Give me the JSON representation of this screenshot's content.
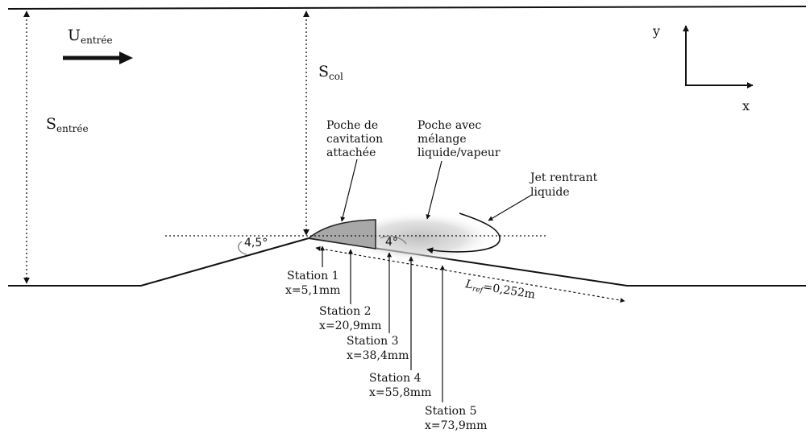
{
  "symbols": {
    "u_main": "U",
    "u_sub": "entrée",
    "s_entree_main": "S",
    "s_entree_sub": "entrée",
    "s_col_main": "S",
    "s_col_sub": "col",
    "lref_main": "L",
    "lref_sub": "ref",
    "lref_value": "=0,252m"
  },
  "axes": {
    "x": "x",
    "y": "y"
  },
  "angles": {
    "converging": "4,5°",
    "diverging": "4°"
  },
  "annotations": {
    "attached": [
      "Poche de",
      "cavitation",
      "attachée"
    ],
    "mixture": [
      "Poche avec",
      "mélange",
      "liquide/vapeur"
    ],
    "reentrant": [
      "Jet rentrant",
      "liquide"
    ]
  },
  "stations": [
    {
      "name": "Station 1",
      "pos": "x=5,1mm"
    },
    {
      "name": "Station 2",
      "pos": "x=20,9mm"
    },
    {
      "name": "Station 3",
      "pos": "x=38,4mm"
    },
    {
      "name": "Station 4",
      "pos": "x=55,8mm"
    },
    {
      "name": "Station 5",
      "pos": "x=73,9mm"
    }
  ],
  "colors": {
    "line": "#111111",
    "cavity": "#a8a8a8",
    "cloud": "#cfcfcf"
  }
}
